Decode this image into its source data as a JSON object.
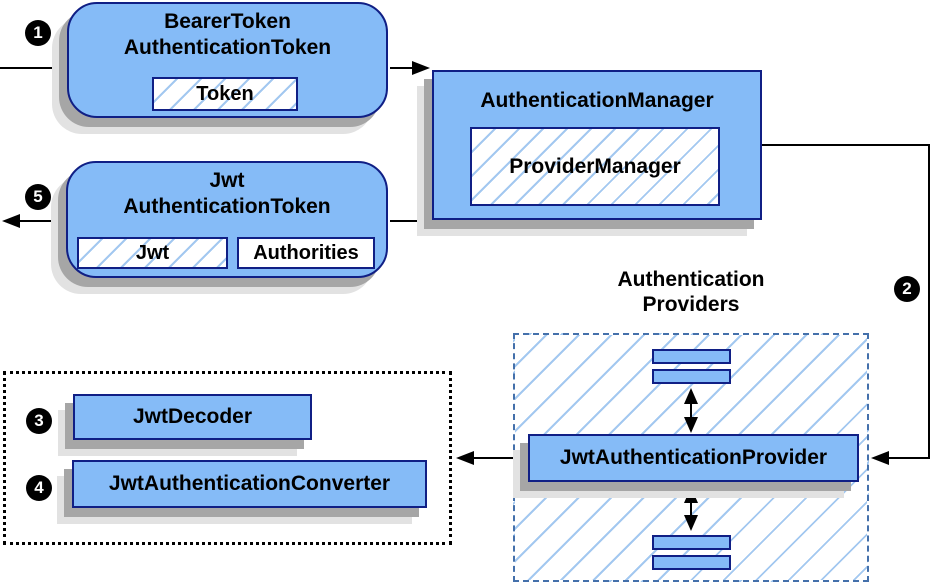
{
  "boxes": {
    "bearer": {
      "title_line1": "BearerToken",
      "title_line2": "AuthenticationToken",
      "token_chip": "Token"
    },
    "manager": {
      "title": "AuthenticationManager",
      "inner_chip": "ProviderManager"
    },
    "jwt_token": {
      "title_line1": "Jwt",
      "title_line2": "AuthenticationToken",
      "jwt_chip": "Jwt",
      "authorities_chip": "Authorities"
    },
    "providers_group": {
      "label_line1": "Authentication",
      "label_line2": "Providers",
      "provider": "JwtAuthenticationProvider"
    },
    "converter_group": {
      "decoder": "JwtDecoder",
      "converter": "JwtAuthenticationConverter"
    }
  },
  "steps": {
    "s1": "1",
    "s2": "2",
    "s3": "3",
    "s4": "4",
    "s5": "5"
  },
  "colors": {
    "box_fill": "#85bbf7",
    "box_border": "#101f85",
    "hatch_line": "#a3c8f0",
    "dashed_border": "#4470ab",
    "shadow_dark": "#a6a6a6",
    "shadow_light": "#e2e2e2",
    "arrow": "#000000",
    "step_bg": "#000000",
    "step_fg": "#ffffff"
  }
}
